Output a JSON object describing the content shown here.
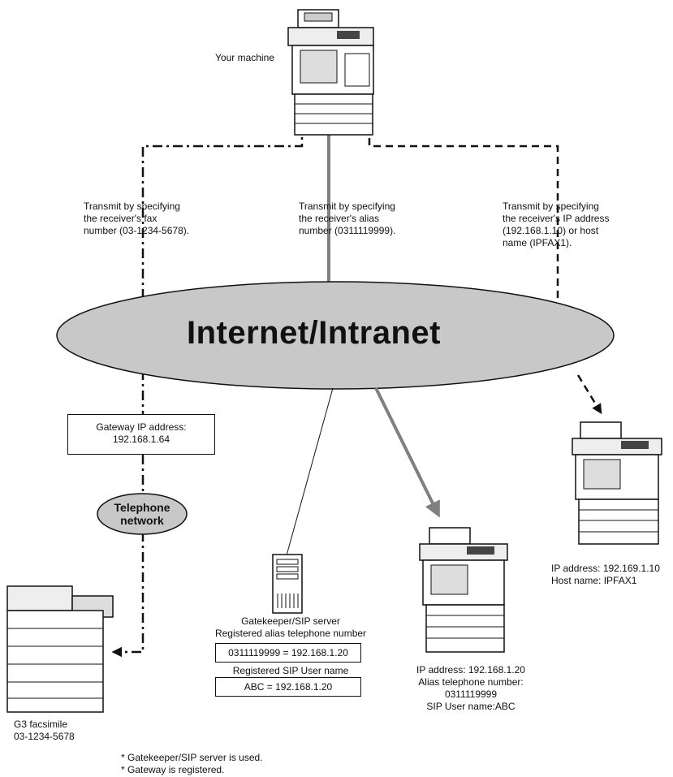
{
  "your_machine": "Your machine",
  "network": "Internet/Intranet",
  "routes": {
    "fax": "Transmit by specifying\nthe receiver's fax\nnumber (03-1234-5678).",
    "alias": "Transmit by specifying\nthe receiver's alias\nnumber (0311119999).",
    "ip": "Transmit by specifying\nthe receiver's IP address\n(192.168.1.10) or host\nname (IPFAX1)."
  },
  "gateway": "Gateway IP address:\n192.168.1.64",
  "telephone_network": "Telephone\nnetwork",
  "g3": "G3 facsimile\n03-1234-5678",
  "gatekeeper": {
    "title": "Gatekeeper/SIP server\nRegistered alias telephone number",
    "alias_entry": "0311119999 = 192.168.1.20",
    "sip_label": "Registered SIP User name",
    "sip_entry": "ABC = 192.168.1.20"
  },
  "receiver_alias": "IP address: 192.168.1.20\nAlias telephone number:\n0311119999\nSIP User name:ABC",
  "receiver_ip": "IP address: 192.169.1.10\nHost name: IPFAX1",
  "notes": [
    "* Gatekeeper/SIP server is used.",
    "* Gateway is registered."
  ]
}
